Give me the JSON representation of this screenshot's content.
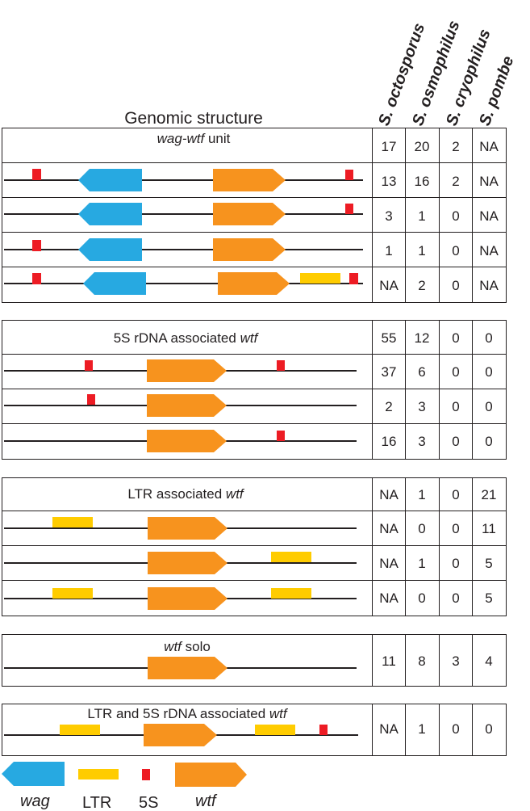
{
  "title": "Genomic structure",
  "species": [
    "S. octosporus",
    "S. osmophilus",
    "S. cryophilus",
    "S. pombe"
  ],
  "colors": {
    "wag": "#27a9e1",
    "wtf": "#f7931e",
    "ltr": "#ffcc00",
    "rrna5s": "#ed1c24",
    "line": "#231f20"
  },
  "sections": [
    {
      "label_pre": "",
      "label_em": "wag-wtf",
      "label_post": " unit",
      "header_counts": [
        "17",
        "20",
        "2",
        "NA"
      ],
      "rows": [
        {
          "counts": [
            "13",
            "16",
            "2",
            "NA"
          ]
        },
        {
          "counts": [
            "3",
            "1",
            "0",
            "NA"
          ]
        },
        {
          "counts": [
            "1",
            "1",
            "0",
            "NA"
          ]
        },
        {
          "counts": [
            "NA",
            "2",
            "0",
            "NA"
          ]
        }
      ]
    },
    {
      "label_pre": "5S rDNA associated ",
      "label_em": "wtf",
      "label_post": "",
      "header_counts": [
        "55",
        "12",
        "0",
        "0"
      ],
      "rows": [
        {
          "counts": [
            "37",
            "6",
            "0",
            "0"
          ]
        },
        {
          "counts": [
            "2",
            "3",
            "0",
            "0"
          ]
        },
        {
          "counts": [
            "16",
            "3",
            "0",
            "0"
          ]
        }
      ]
    },
    {
      "label_pre": "LTR associated ",
      "label_em": "wtf",
      "label_post": "",
      "header_counts": [
        "NA",
        "1",
        "0",
        "21"
      ],
      "rows": [
        {
          "counts": [
            "NA",
            "0",
            "0",
            "11"
          ]
        },
        {
          "counts": [
            "NA",
            "1",
            "0",
            "5"
          ]
        },
        {
          "counts": [
            "NA",
            "0",
            "0",
            "5"
          ]
        }
      ]
    },
    {
      "label_pre": "",
      "label_em": "wtf",
      "label_post": " solo",
      "header_counts": [
        "11",
        "8",
        "3",
        "4"
      ],
      "rows": []
    },
    {
      "label_pre": "LTR and 5S rDNA associated ",
      "label_em": "wtf",
      "label_post": "",
      "header_counts": [
        "NA",
        "1",
        "0",
        "0"
      ],
      "rows": []
    }
  ],
  "legend": {
    "wag": "wag",
    "ltr": "LTR",
    "rrna5s": "5S",
    "wtf": "wtf"
  }
}
